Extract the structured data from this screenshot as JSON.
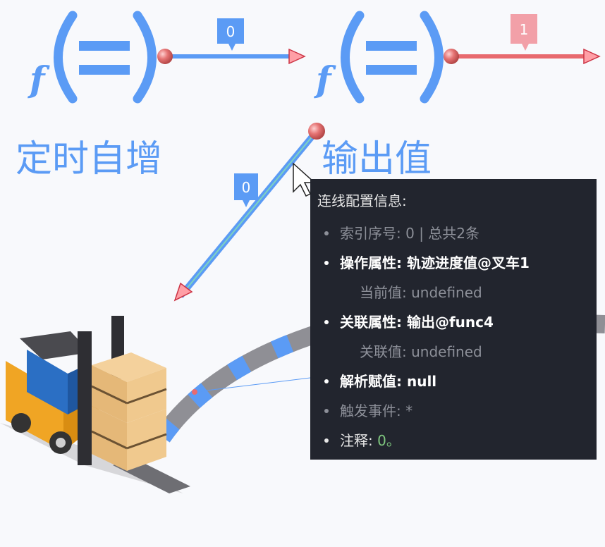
{
  "nodes": {
    "left_func_glyph": "f(=)",
    "right_func_glyph": "f(=)",
    "left_label": "定时自增",
    "right_label": "输出值"
  },
  "links": [
    {
      "badge": "0",
      "color": "#5b9bf5"
    },
    {
      "badge": "1",
      "color": "#e86a6f"
    },
    {
      "badge": "0",
      "color": "#5b9bf5"
    }
  ],
  "tooltip": {
    "title": "连线配置信息:",
    "index_label": "索引序号:",
    "index_value": "0 | 总共2条",
    "op_prop_label": "操作属性:",
    "op_prop_value": "轨迹进度值@叉车1",
    "current_label": "当前值:",
    "current_value": "undefined",
    "linked_prop_label": "关联属性:",
    "linked_prop_value": "输出@func4",
    "linked_value_label": "关联值:",
    "linked_value_value": "undefined",
    "parse_label": "解析赋值:",
    "parse_value": "null",
    "trigger_label": "触发事件:",
    "trigger_value": "*",
    "note_label": "注释:",
    "note_value": "0。"
  },
  "colors": {
    "accent_blue": "#5b9bf5",
    "accent_red": "#e86a6f",
    "tooltip_bg": "#22252e"
  }
}
